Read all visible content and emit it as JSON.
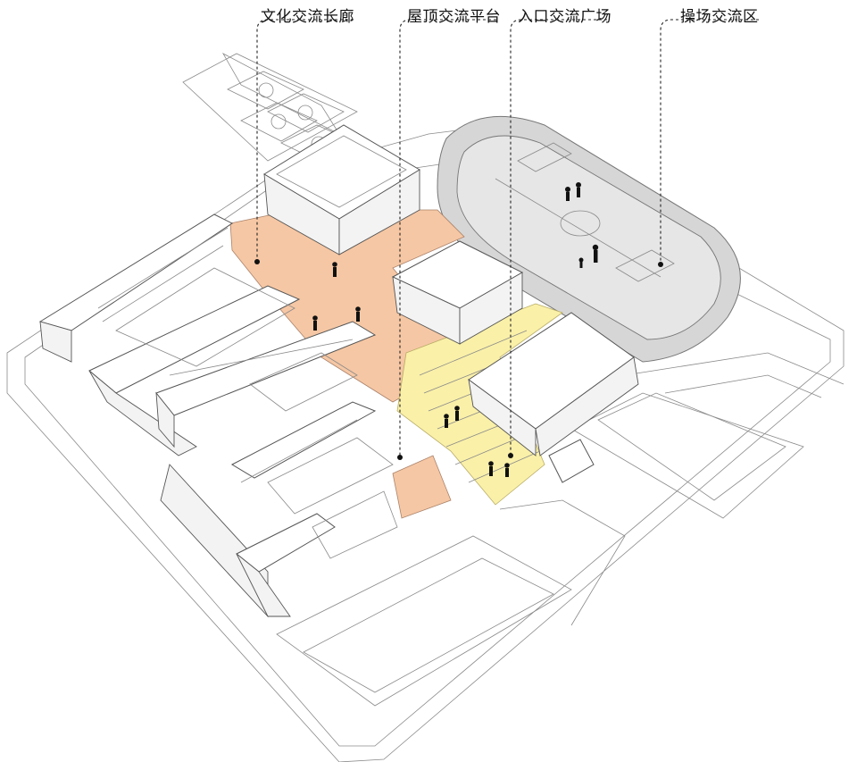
{
  "labels": {
    "corridor": "文化交流长廊",
    "roof_platform": "屋顶交流平台",
    "entrance_plaza": "入口交流广场",
    "playground": "操场交流区"
  },
  "colors": {
    "corridor_fill": "#f6c7a4",
    "plaza_fill": "#faf0a8",
    "track_fill": "#d6d6d6",
    "line": "#555555"
  }
}
